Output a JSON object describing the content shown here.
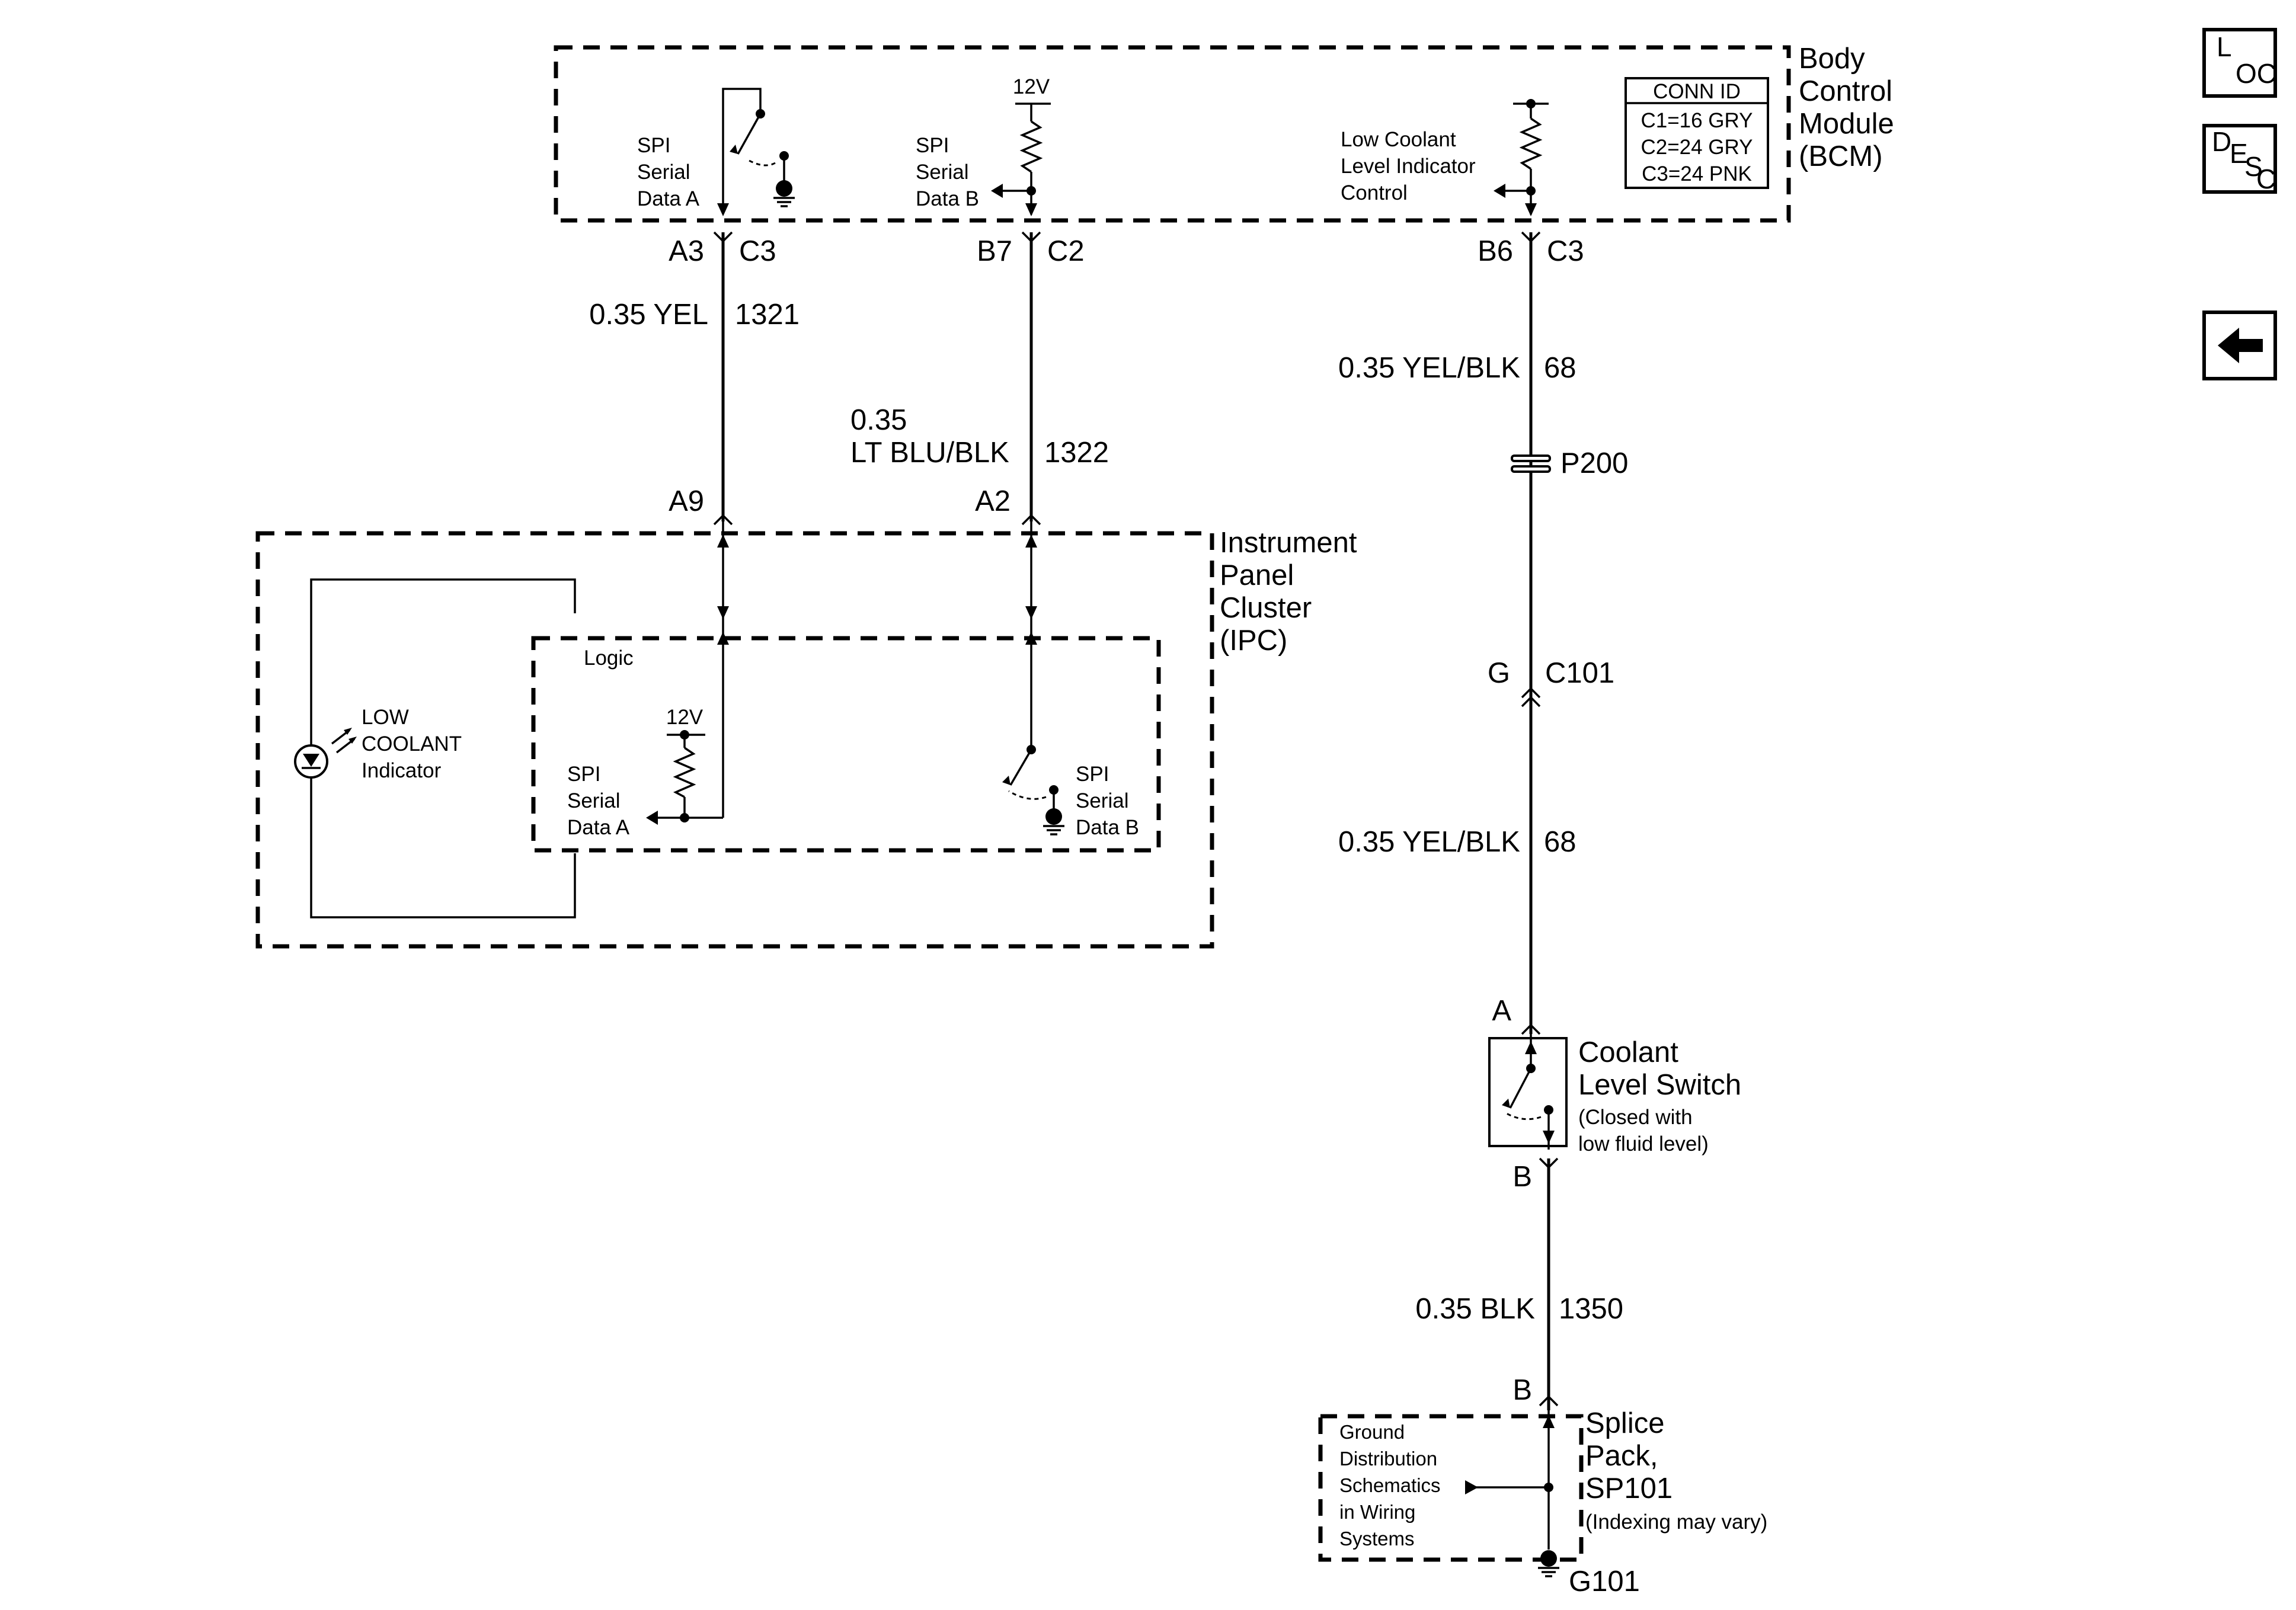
{
  "nav": {
    "loc_top": "L",
    "loc_bottom": "OC",
    "desc_d": "D",
    "desc_e": "E",
    "desc_s": "S",
    "desc_c": "C"
  },
  "bcm": {
    "title_lines": [
      "Body",
      "Control",
      "Module",
      "(BCM)"
    ],
    "conn_id_header": "CONN ID",
    "conn_ids": [
      "C1=16 GRY",
      "C2=24 GRY",
      "C3=24 PNK"
    ],
    "spi_a_lines": [
      "SPI",
      "Serial",
      "Data A"
    ],
    "spi_b_lines": [
      "SPI",
      "Serial",
      "Data B"
    ],
    "spi_b_voltage": "12V",
    "low_coolant_lines": [
      "Low Coolant",
      "Level Indicator",
      "Control"
    ]
  },
  "connectors": {
    "a3": "A3",
    "a3_conn": "C3",
    "b7": "B7",
    "b7_conn": "C2",
    "b6": "B6",
    "b6_conn": "C3",
    "a9": "A9",
    "a2": "A2",
    "g": "G",
    "g_conn": "C101",
    "sw_a": "A",
    "sw_b": "B",
    "sp_b": "B"
  },
  "wires": {
    "w1321_gauge": "0.35 YEL",
    "w1321_circuit": "1321",
    "w1322_gauge_line1": "0.35",
    "w1322_gauge_line2": "LT BLU/BLK",
    "w1322_circuit": "1322",
    "w68_upper_gauge": "0.35 YEL/BLK",
    "w68_upper_circuit": "68",
    "w68_lower_gauge": "0.35 YEL/BLK",
    "w68_lower_circuit": "68",
    "w1350_gauge": "0.35 BLK",
    "w1350_circuit": "1350"
  },
  "p200": "P200",
  "ipc": {
    "title_lines": [
      "Instrument",
      "Panel",
      "Cluster",
      "(IPC)"
    ],
    "logic": "Logic",
    "voltage": "12V",
    "spi_a_lines": [
      "SPI",
      "Serial",
      "Data A"
    ],
    "spi_b_lines": [
      "SPI",
      "Serial",
      "Data B"
    ],
    "indicator_lines": [
      "LOW",
      "COOLANT",
      "Indicator"
    ]
  },
  "coolant_switch": {
    "title_lines": [
      "Coolant",
      "Level Switch"
    ],
    "note_lines": [
      "(Closed with",
      "low fluid level)"
    ]
  },
  "splice": {
    "title_lines": [
      "Splice",
      "Pack,",
      "SP101"
    ],
    "note": "(Indexing may vary)",
    "ground_ref_lines": [
      "Ground",
      "Distribution",
      "Schematics",
      "in Wiring",
      "Systems"
    ],
    "ground": "G101"
  }
}
